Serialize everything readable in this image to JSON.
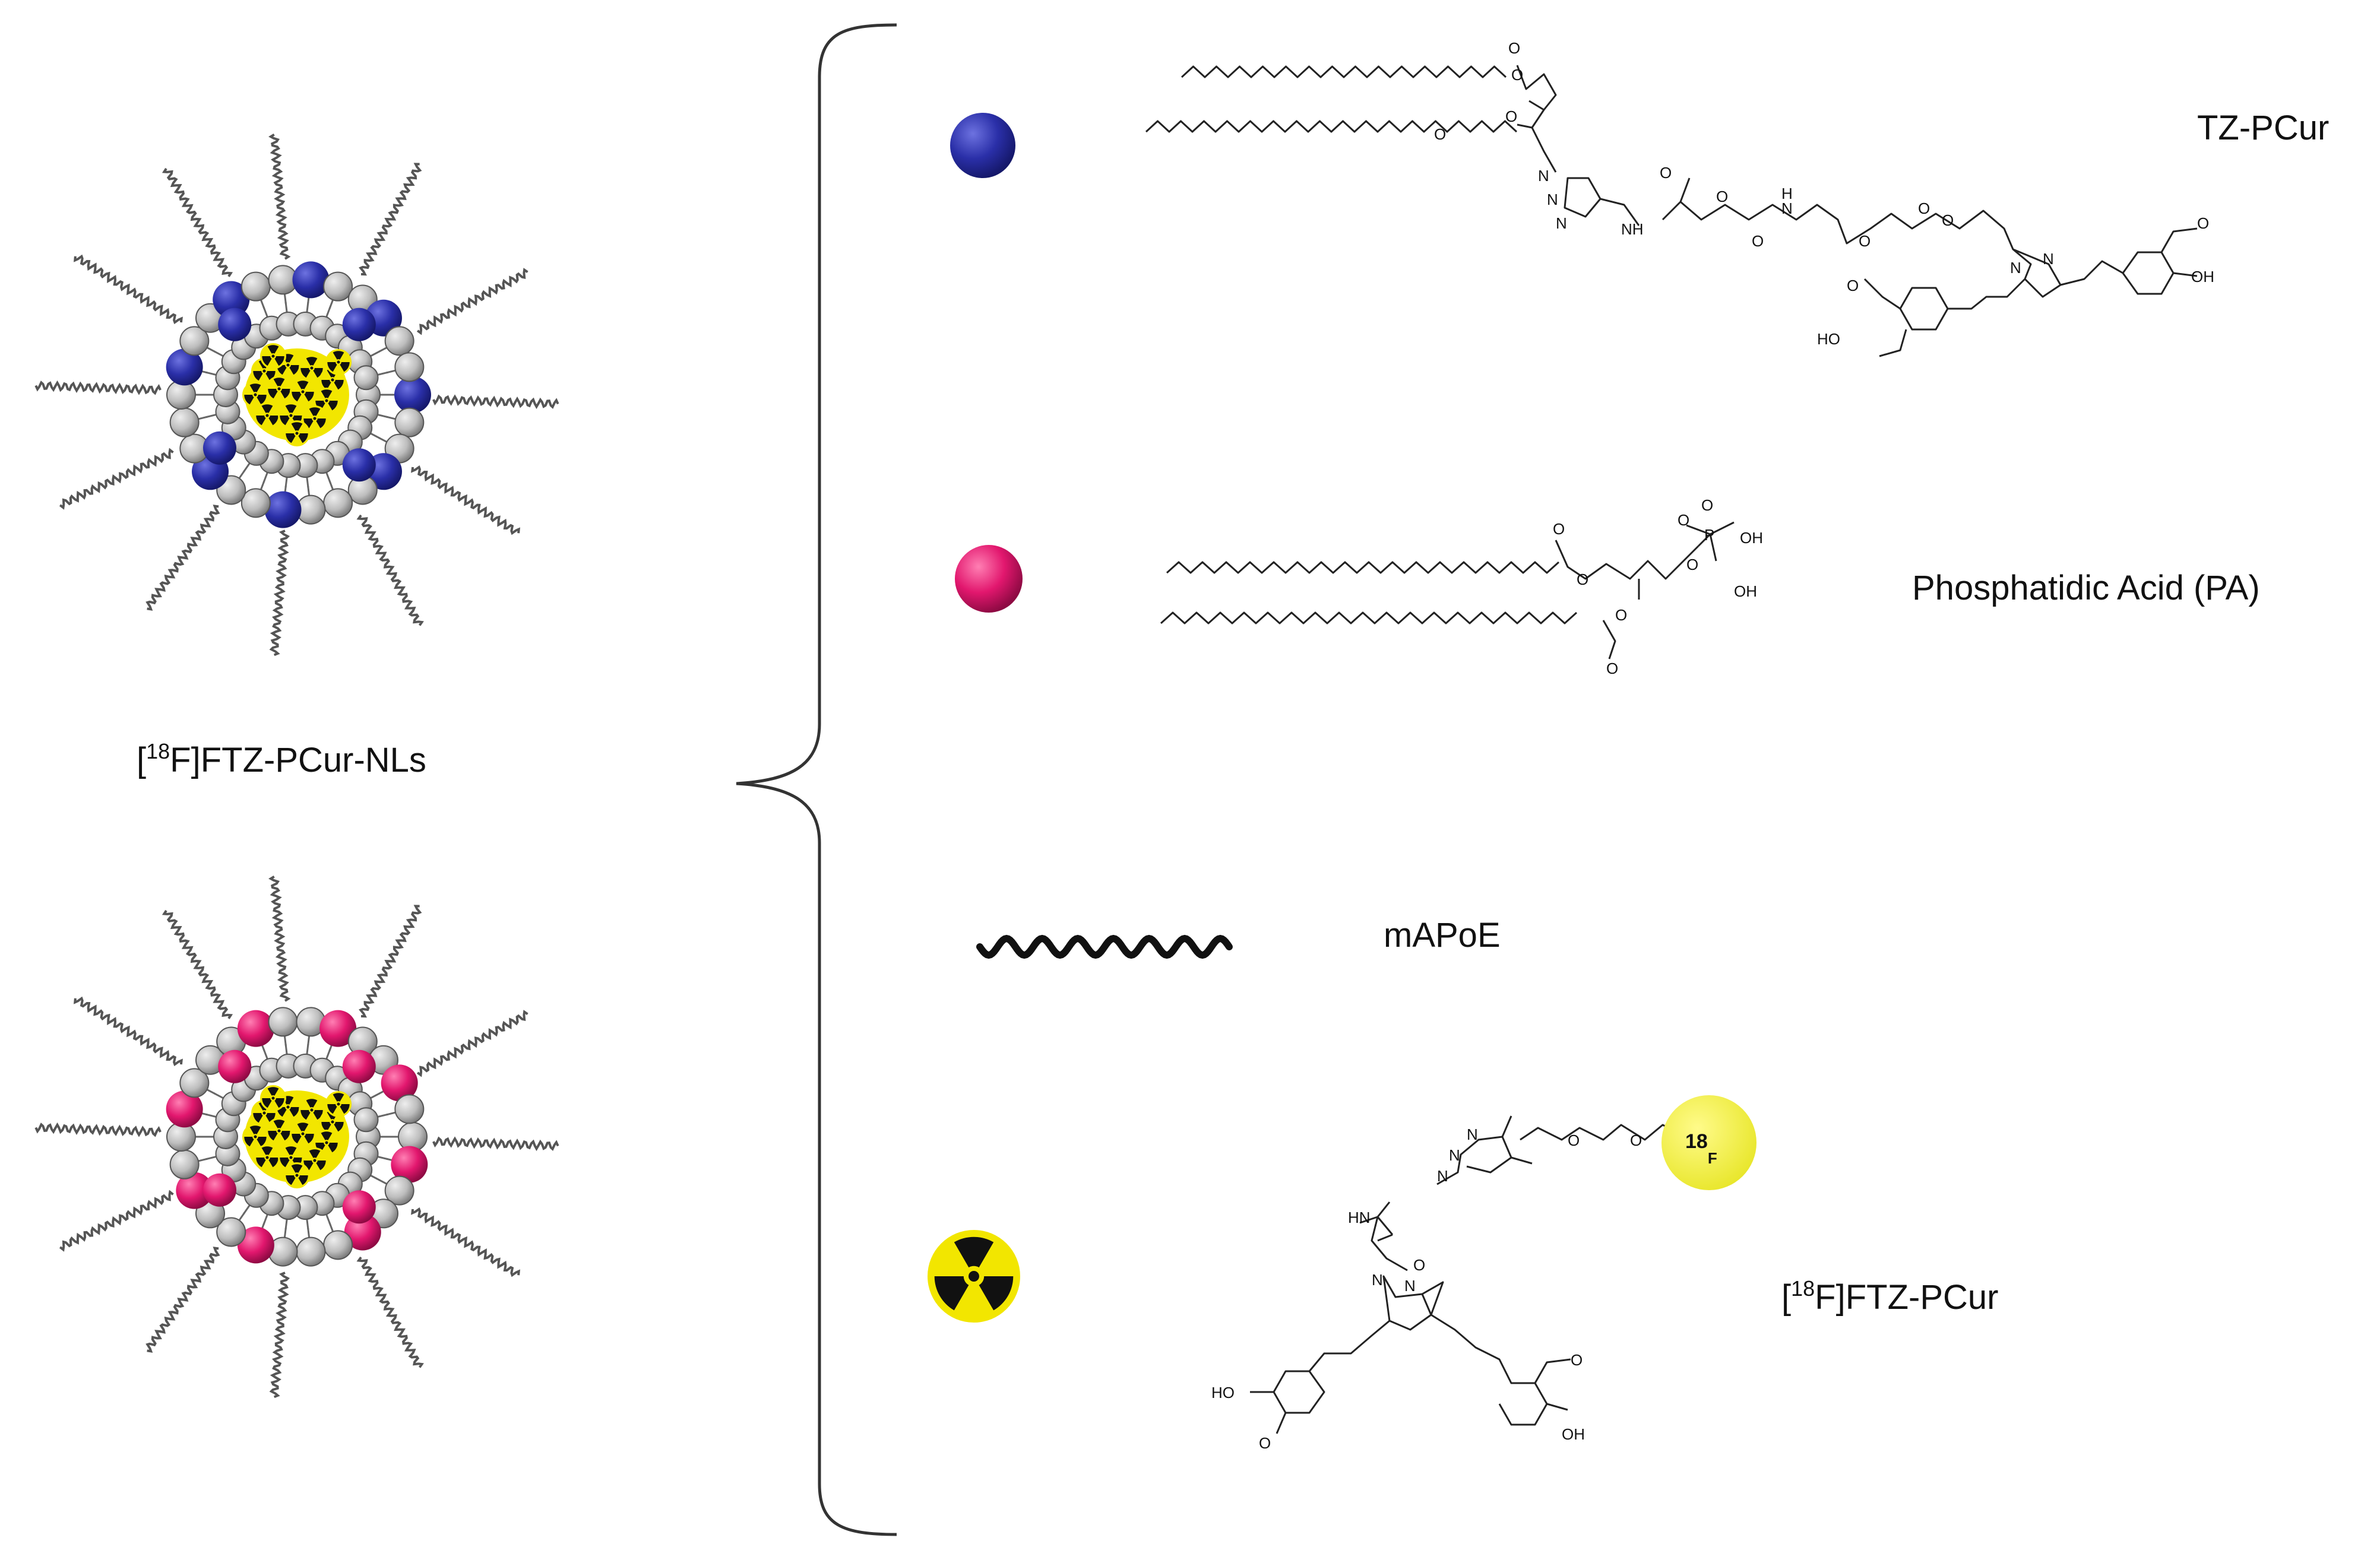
{
  "nanoliposome_label": {
    "bracket_open": "[",
    "superscript": "18",
    "rest": "F]FTZ-PCur-NLs"
  },
  "legend": [
    {
      "id": "tz-pcur",
      "label": "TZ-PCur",
      "marker": "blue-sphere-icon"
    },
    {
      "id": "pa",
      "label": "Phosphatidic Acid (PA)",
      "marker": "pink-sphere-icon"
    },
    {
      "id": "mapoe",
      "label": "mAPoE",
      "marker": "wavy-line-icon"
    },
    {
      "id": "ftz-pcur",
      "label_open": "[",
      "label_sup": "18",
      "label_rest": "F]FTZ-PCur",
      "marker": "radiation-symbol-icon"
    }
  ],
  "structure_atoms": {
    "tz": [
      "O",
      "O",
      "O",
      "O",
      "N",
      "N",
      "N",
      "NH",
      "O",
      "O",
      "O",
      "H",
      "N",
      "O",
      "O",
      "O",
      "N",
      "N",
      "O",
      "HO",
      "OH",
      "O"
    ],
    "pa": [
      "O",
      "O",
      "O",
      "O",
      "P",
      "OH",
      "OH",
      "O",
      "O",
      "O"
    ],
    "ftz": [
      "N",
      "N",
      "N",
      "O",
      "O",
      "HN",
      "O",
      "N",
      "N",
      "HO",
      "O",
      "O",
      "OH"
    ],
    "fluorine": {
      "sup": "18",
      "symbol": "F"
    }
  },
  "colors": {
    "tz_blue": "#2a2fa8",
    "pa_pink": "#e2176e",
    "lipid_gray": "#bdbdbd",
    "radiation_yellow": "#f2e600",
    "fluorine_yellow": "#e8e62a"
  }
}
